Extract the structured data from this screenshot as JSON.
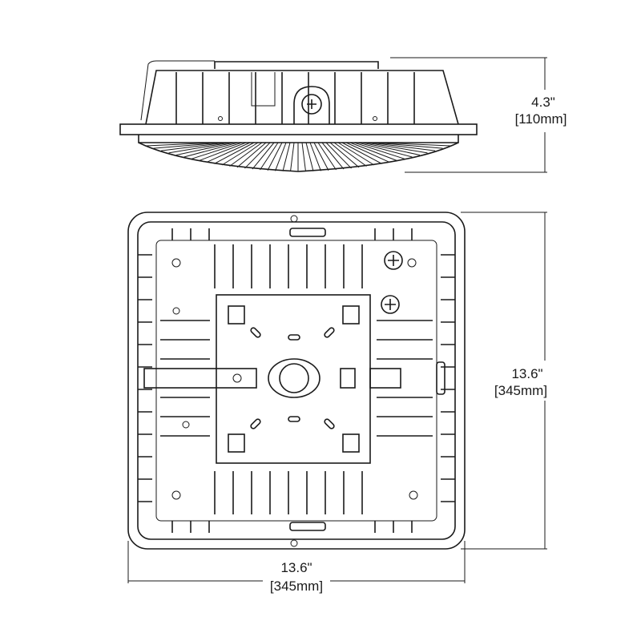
{
  "dimensions": {
    "height": {
      "inches": "4.3\"",
      "mm": "[110mm]"
    },
    "depth": {
      "inches": "13.6\"",
      "mm": "[345mm]"
    },
    "width": {
      "inches": "13.6\"",
      "mm": "[345mm]"
    }
  }
}
